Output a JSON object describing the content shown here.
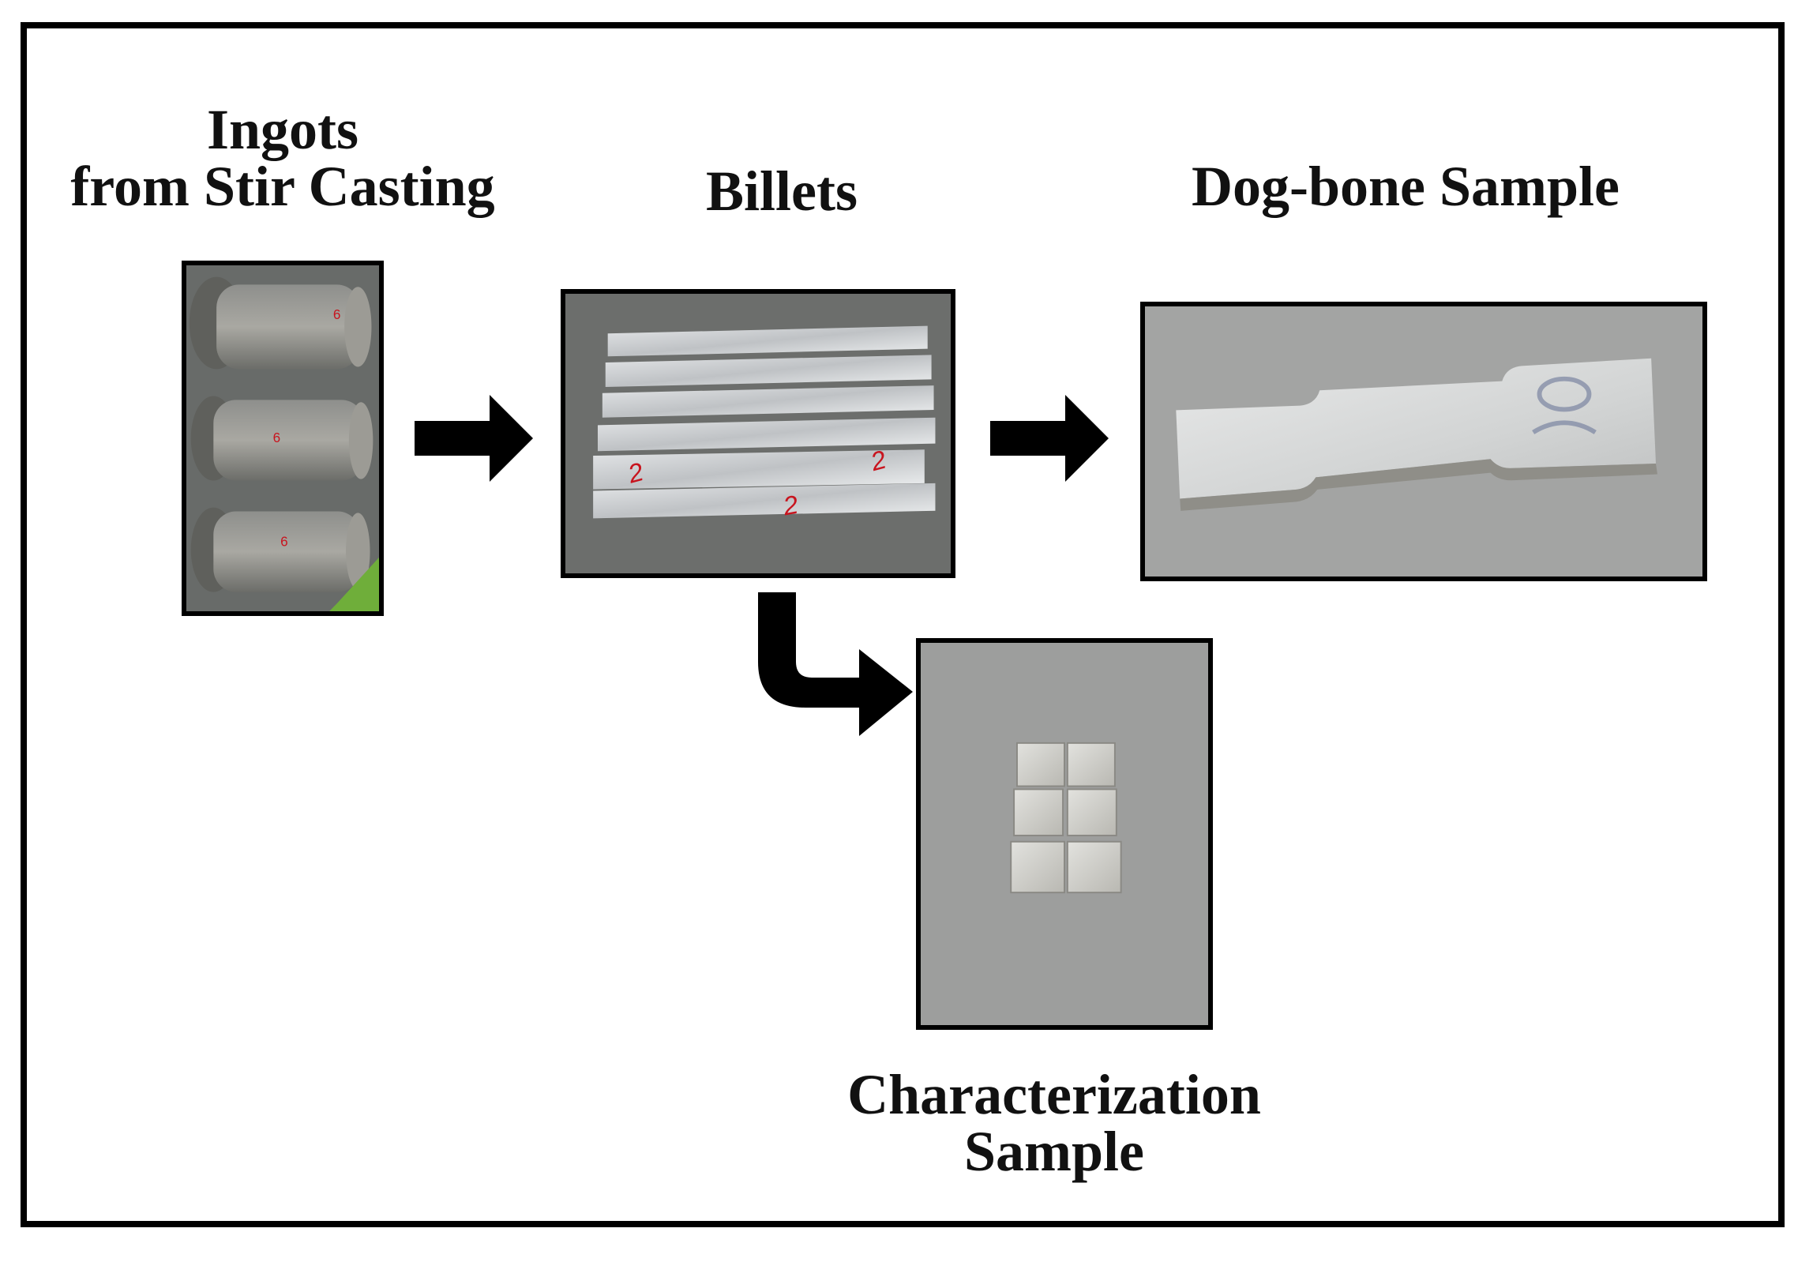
{
  "labels": {
    "ingots_line1": "Ingots",
    "ingots_line2": "from Stir Casting",
    "billets": "Billets",
    "dogbone": "Dog-bone Sample",
    "char_line1": "Characterization",
    "char_line2": "Sample"
  },
  "billet_marks": [
    "2",
    "2",
    "2"
  ],
  "ingot_marks": [
    "6",
    "6",
    "6"
  ],
  "colors": {
    "border": "#000000",
    "arrow": "#000000",
    "marker_red": "#c8141e",
    "metal": "#c9cbcc",
    "background": "#ffffff"
  },
  "icons": [
    "arrow-right-icon",
    "arrow-right-icon",
    "arrow-bent-down-right-icon"
  ]
}
